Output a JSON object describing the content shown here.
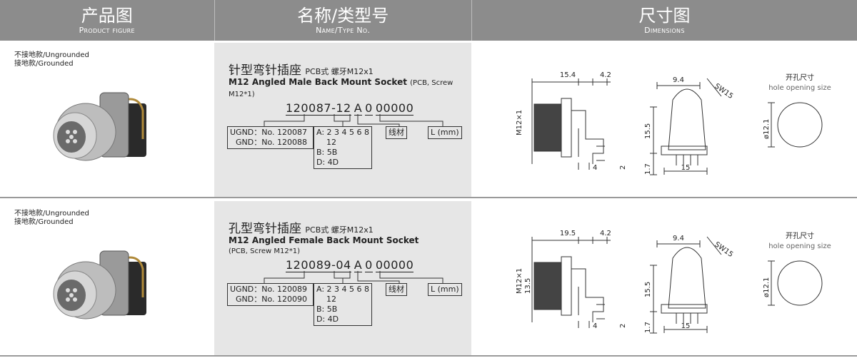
{
  "header": {
    "col1_zh": "产品图",
    "col1_en": "Product figure",
    "col2_zh": "名称/类型号",
    "col2_en": "Name/Type No.",
    "col3_zh": "尺寸图",
    "col3_en": "Dimensions"
  },
  "colors": {
    "header_bg": "#8c8c8c",
    "middle_bg": "#e6e6e6"
  },
  "rows": [
    {
      "ungrounded": "不接地款/Ungrounded",
      "grounded": "接地款/Grounded",
      "title_zh": "针型弯针插座",
      "title_sub": "PCB式 螺牙M12x1",
      "title_en": "M12 Angled Male Back Mount Socket",
      "title_en_sub": "(PCB, Screw M12*1)",
      "code": [
        "120087",
        "-12",
        "A",
        "0",
        "00000"
      ],
      "ugnd": "UGND：No. 120087",
      "gnd": "GND：No. 120088",
      "opt_a": "A: 2 3 4 5 6 8",
      "opt_a2": "12",
      "opt_b": "B: 5B",
      "opt_d": "D: 4D",
      "wire": "线材",
      "length": "L (mm)",
      "dims": {
        "len": "15.4",
        "w": "4.2",
        "thread": "M12×1",
        "dia": "",
        "foot": "4",
        "pin": "2",
        "top": "9.4",
        "sw": "SW15",
        "height": "15.5",
        "base": "1.7",
        "width": "15",
        "hole_zh": "开孔尺寸",
        "hole_en": "hole opening size",
        "hole_dia": "ø12.1"
      }
    },
    {
      "ungrounded": "不接地款/Ungrounded",
      "grounded": "接地款/Grounded",
      "title_zh": "孔型弯针插座",
      "title_sub": "PCB式 螺牙M12x1",
      "title_en": "M12 Angled Female Back Mount Socket",
      "title_en_sub": "(PCB, Screw M12*1)",
      "code": [
        "120089",
        "-04",
        "A",
        "0",
        "00000"
      ],
      "ugnd": "UGND：No. 120089",
      "gnd": "GND：No. 120090",
      "opt_a": "A: 2 3 4 5 6 8",
      "opt_a2": "12",
      "opt_b": "B: 5B",
      "opt_d": "D: 4D",
      "wire": "线材",
      "length": "L (mm)",
      "dims": {
        "len": "19.5",
        "w": "4.2",
        "thread": "M12×1",
        "dia": "13.5",
        "foot": "4",
        "pin": "2",
        "top": "9.4",
        "sw": "SW15",
        "height": "15.5",
        "base": "1.7",
        "width": "15",
        "hole_zh": "开孔尺寸",
        "hole_en": "hole opening size",
        "hole_dia": "ø12.1"
      }
    }
  ]
}
